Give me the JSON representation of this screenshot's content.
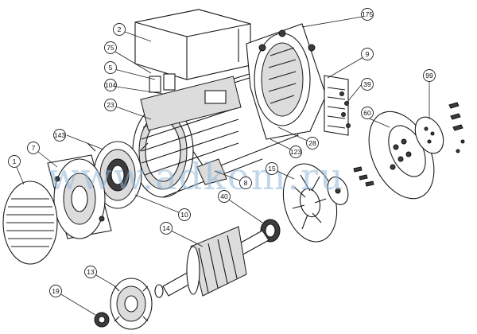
{
  "watermark": "www.adkom.ru",
  "callouts": [
    {
      "id": "c2",
      "label": "2"
    },
    {
      "id": "c175",
      "label": "175"
    },
    {
      "id": "c75",
      "label": "75"
    },
    {
      "id": "c9",
      "label": "9"
    },
    {
      "id": "c5",
      "label": "5"
    },
    {
      "id": "c104",
      "label": "104"
    },
    {
      "id": "c39",
      "label": "39"
    },
    {
      "id": "c99",
      "label": "99"
    },
    {
      "id": "c23",
      "label": "23"
    },
    {
      "id": "c60",
      "label": "60"
    },
    {
      "id": "c143",
      "label": "143"
    },
    {
      "id": "c7",
      "label": "7"
    },
    {
      "id": "c1",
      "label": "1"
    },
    {
      "id": "c28",
      "label": "28"
    },
    {
      "id": "c123",
      "label": "123"
    },
    {
      "id": "c15",
      "label": "15"
    },
    {
      "id": "c8",
      "label": "8"
    },
    {
      "id": "c40",
      "label": "40"
    },
    {
      "id": "c10",
      "label": "10"
    },
    {
      "id": "c14",
      "label": "14"
    },
    {
      "id": "c13",
      "label": "13"
    },
    {
      "id": "c19",
      "label": "19"
    }
  ]
}
